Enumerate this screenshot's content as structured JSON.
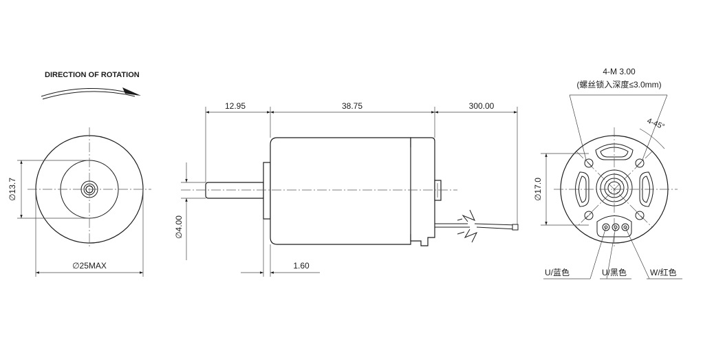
{
  "front_view": {
    "rotation_caption": "DIRECTION OF ROTATION",
    "diameter_label": "∅25MAX",
    "bore_label": "∅13.7"
  },
  "side_view": {
    "dim_shaft": "12.95",
    "dim_body": "38.75",
    "dim_lead": "300.00",
    "dim_flange": "1.60",
    "dim_shaft_dia": "∅4.00"
  },
  "rear_view": {
    "thread_label": "4-M  3.00",
    "thread_note": "(螺丝锁入深度≤3.0mm)",
    "angle_label": "4-45°",
    "diameter_label": "∅17.0",
    "wire_u_blue": "U/蓝色",
    "wire_u_black": "U/黑色",
    "wire_w_red": "W/红色"
  }
}
